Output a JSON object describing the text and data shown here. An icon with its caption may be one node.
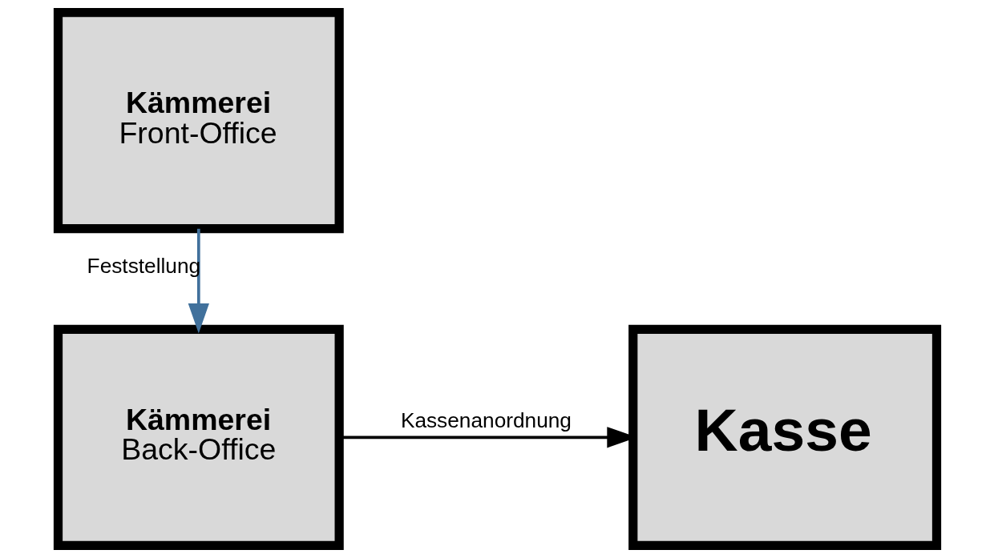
{
  "diagram": {
    "nodes": [
      {
        "text": [
          "Kämmerei",
          "Front-Office"
        ]
      },
      {
        "text": [
          "Kämmerei",
          "Back-Office"
        ]
      },
      {
        "text": [
          "Kasse"
        ]
      }
    ],
    "edges": [
      {
        "from": 0,
        "to": 1,
        "arrow": "to",
        "label": "Feststellung",
        "color": "#41719c"
      },
      {
        "from": 1,
        "to": 2,
        "arrow": "to",
        "label": "Kassenanordnung",
        "color": "#000000"
      }
    ]
  }
}
